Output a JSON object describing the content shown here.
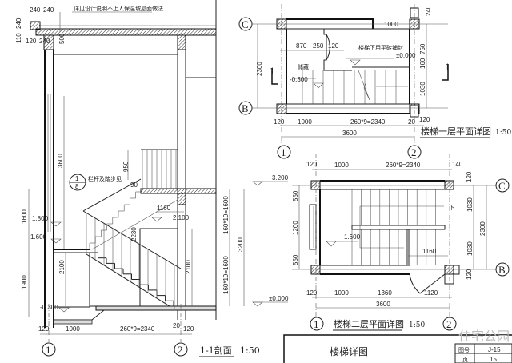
{
  "drawing_title": "楼梯详图",
  "title_block": {
    "drawing_no_label": "图号",
    "drawing_no": "J-15",
    "page_label": "页",
    "page": "15"
  },
  "watermark": "住宅公园",
  "section": {
    "title": "1-1剖面",
    "scale": "1:50",
    "roof_note": "详见设计说明不上人保温坡屋面做法",
    "detail_note": "栏杆及踏步见",
    "detail_ref": {
      "num": "1",
      "sheet": "8"
    },
    "top_dims": [
      "240",
      "240",
      "240",
      "110",
      "120",
      "240",
      "500"
    ],
    "dims": [
      "3600",
      "950",
      "90",
      "1600",
      "1900",
      "2100",
      "1160",
      "2230",
      "2100",
      "160*10=1600",
      "160*10=1600",
      "3200"
    ],
    "levels": [
      "1.800",
      "1.600",
      "-0.300",
      "2.100",
      "3.200",
      "±0.000"
    ],
    "bottom_dims": [
      "120",
      "1000",
      "260*9=2340",
      "20",
      "120"
    ],
    "axes": [
      "1",
      "2"
    ]
  },
  "plan1": {
    "title": "楼梯一层平面详图",
    "scale": "1:50",
    "dims": [
      "2300",
      "1000",
      "240",
      "750",
      "160",
      "1030",
      "870",
      "250",
      "120"
    ],
    "note": "楼梯下用平砖铺封",
    "room": "储藏",
    "levels": [
      "±0.000",
      "-0.300"
    ],
    "section_mark": "1",
    "bottom_dims": [
      "120",
      "1000",
      "260*9=2340",
      "20",
      "120",
      "3600"
    ],
    "axes": [
      "1",
      "2",
      "C",
      "B"
    ]
  },
  "plan2": {
    "title": "楼梯二层平面详图",
    "scale": "1:50",
    "top_dims": [
      "120",
      "1000",
      "260*9=2340",
      "140"
    ],
    "left_dims": [
      "550",
      "1200",
      "550"
    ],
    "right_dims": [
      "120",
      "1030",
      "2300",
      "1030",
      "120"
    ],
    "level": "1.600",
    "dim_1160": "1160",
    "down": "下",
    "bottom_dims": [
      "120",
      "1000",
      "1360",
      "1120",
      "3600"
    ],
    "axes": [
      "1",
      "2",
      "C",
      "B"
    ]
  }
}
